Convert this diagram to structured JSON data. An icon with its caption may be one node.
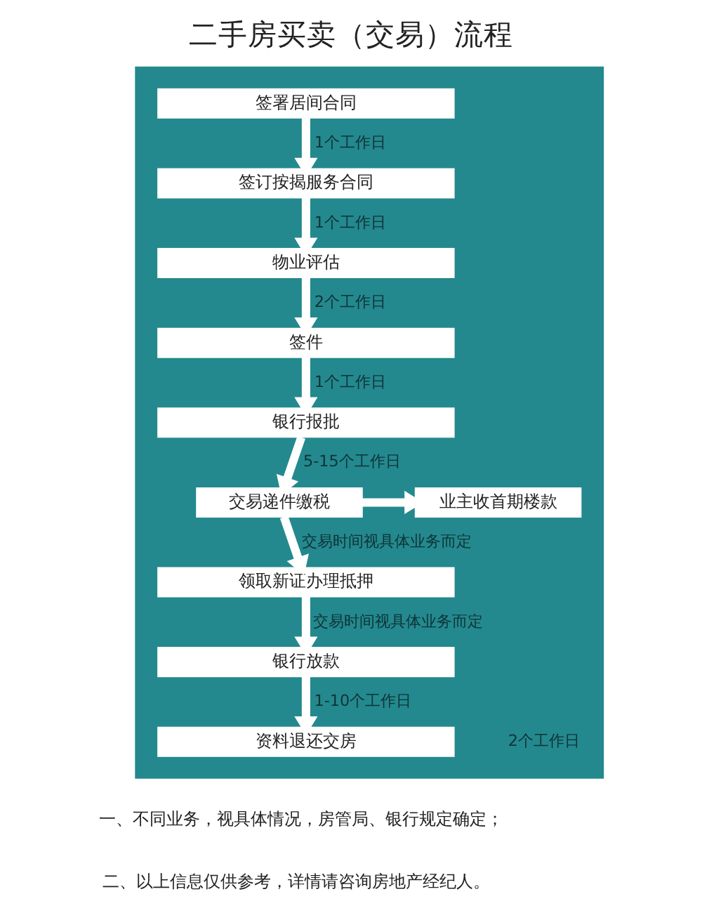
{
  "diagram": {
    "title": "二手房买卖（交易）流程",
    "nodes": [
      {
        "text": [],
        "shape": "box"
      },
      {
        "text": [
          "签署居间合同"
        ],
        "in": 0
      },
      {
        "text": [
          "签订按揭服务合同"
        ],
        "in": 0
      },
      {
        "text": [
          "物业评估"
        ],
        "in": 0
      },
      {
        "text": [
          "签件"
        ],
        "in": 0
      },
      {
        "text": [
          "银行报批"
        ],
        "in": 0
      },
      {
        "text": [
          "交易递件缴税"
        ],
        "in": 0
      },
      {
        "text": [
          "业主收首期楼款"
        ],
        "in": 0
      },
      {
        "text": [
          "领取新证办理抵押"
        ],
        "in": 0
      },
      {
        "text": [
          "银行放款"
        ],
        "in": 0
      },
      {
        "text": [
          "资料退还交房"
        ],
        "beside": [
          "2个工作日"
        ],
        "in": 0
      }
    ],
    "edges": [
      {
        "from": 1,
        "to": 2,
        "arrow": "to",
        "label": "1个工作日"
      },
      {
        "from": 2,
        "to": 3,
        "arrow": "to",
        "label": "1个工作日"
      },
      {
        "from": 3,
        "to": 4,
        "arrow": "to",
        "label": "2个工作日"
      },
      {
        "from": 4,
        "to": 5,
        "arrow": "to",
        "label": "1个工作日"
      },
      {
        "from": 5,
        "to": 6,
        "arrow": "to",
        "label": "5-15个工作日"
      },
      {
        "from": 6,
        "to": 7,
        "arrow": "to"
      },
      {
        "from": 6,
        "to": 8,
        "arrow": "to",
        "label": "交易时间视具体业务而定"
      },
      {
        "from": 8,
        "to": 9,
        "arrow": "to",
        "label": "交易时间视具体业务而定"
      },
      {
        "from": 9,
        "to": 10,
        "arrow": "to",
        "label": "1-10个工作日"
      }
    ],
    "labels": [
      "一、不同业务，视具体情况，房管局、银行规定确定；",
      "二、以上信息仅供参考，详情请咨询房地产经纪人。"
    ]
  }
}
